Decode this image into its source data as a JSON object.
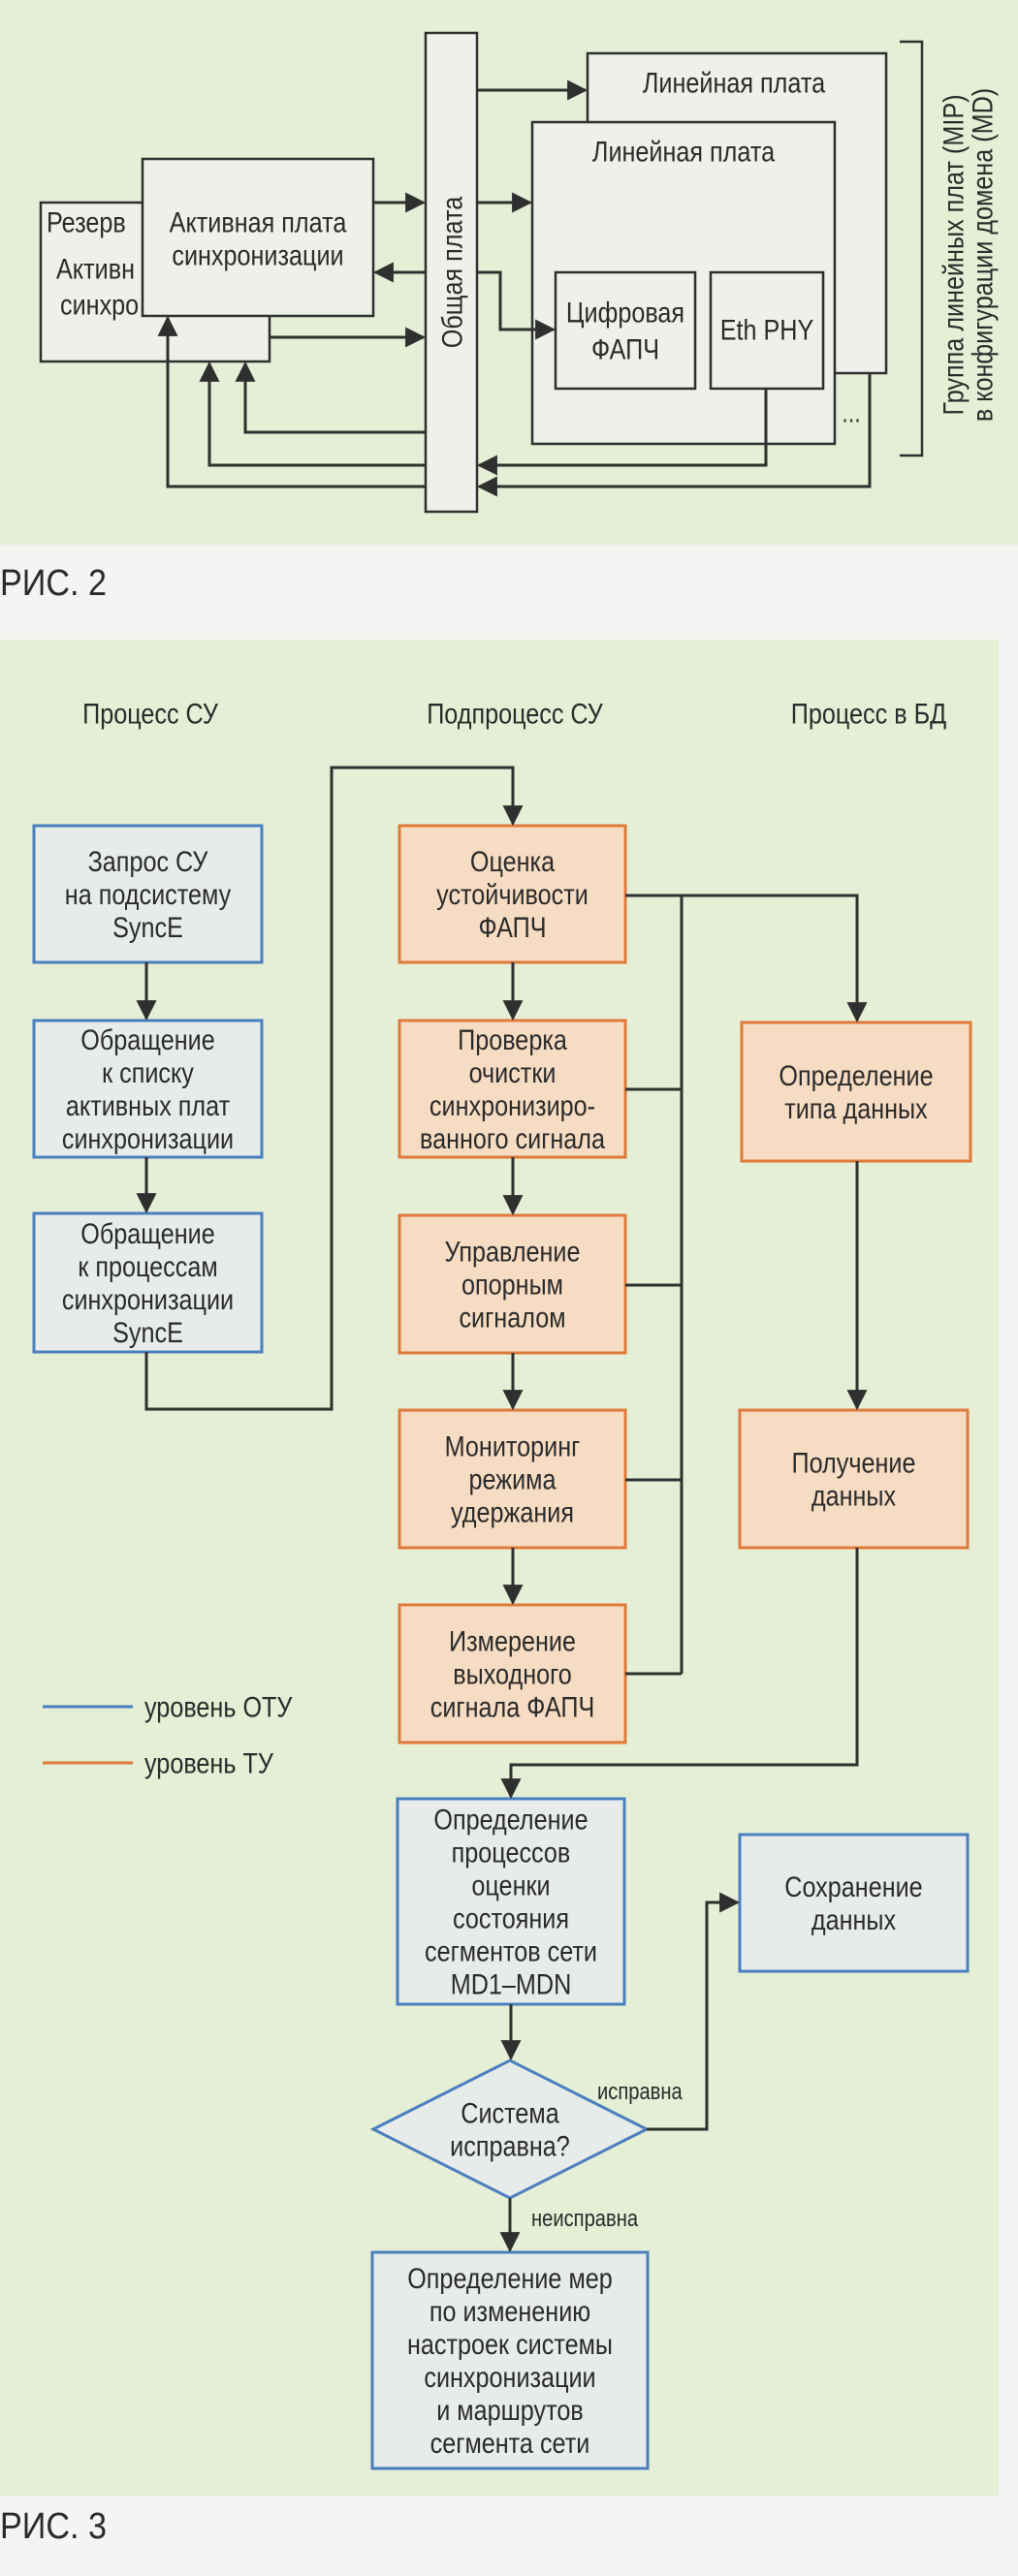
{
  "figure2": {
    "caption": "РИС. 2",
    "reserve_card": {
      "lines": [
        "Резерв",
        "Активн",
        "синхро"
      ]
    },
    "active_card": {
      "lines": [
        "Активная плата",
        "синхронизации"
      ]
    },
    "common_board": {
      "label": "Общая плата"
    },
    "line_card_back": {
      "label": "Линейная плата"
    },
    "line_card_front": {
      "label": "Линейная плата"
    },
    "digital_pll": {
      "lines": [
        "Цифровая",
        "ФАПЧ"
      ]
    },
    "eth_phy": {
      "label": "Eth PHY"
    },
    "ellipsis": "...",
    "group_label": [
      "Группа линейных плат (MIP)",
      "в конфигурации домена (MD)"
    ]
  },
  "figure3": {
    "caption": "РИС. 3",
    "columns": [
      "Процесс СУ",
      "Подпроцесс СУ",
      "Процесс в БД"
    ],
    "boxes": [
      {
        "id": "su-request",
        "level": "otu",
        "lines": [
          "Запрос СУ",
          "на подсистему",
          "SyncE"
        ]
      },
      {
        "id": "active-cards-list",
        "level": "otu",
        "lines": [
          "Обращение",
          "к списку",
          "активных плат",
          "синхронизации"
        ]
      },
      {
        "id": "synce-processes",
        "level": "otu",
        "lines": [
          "Обращение",
          "к процессам",
          "синхронизации",
          "SyncE"
        ]
      },
      {
        "id": "pll-stability",
        "level": "tu",
        "lines": [
          "Оценка",
          "устойчивости",
          "ФАПЧ"
        ]
      },
      {
        "id": "signal-cleanup-check",
        "level": "tu",
        "lines": [
          "Проверка",
          "очистки",
          "синхронизиро-",
          "ванного сигнала"
        ]
      },
      {
        "id": "reference-control",
        "level": "tu",
        "lines": [
          "Управление",
          "опорным",
          "сигналом"
        ]
      },
      {
        "id": "holdover-monitoring",
        "level": "tu",
        "lines": [
          "Мониторинг",
          "режима",
          "удержания"
        ]
      },
      {
        "id": "pll-output-measure",
        "level": "tu",
        "lines": [
          "Измерение",
          "выходного",
          "сигнала ФАПЧ"
        ]
      },
      {
        "id": "data-type",
        "level": "tu",
        "lines": [
          "Определение",
          "типа данных"
        ]
      },
      {
        "id": "data-receive",
        "level": "tu",
        "lines": [
          "Получение",
          "данных"
        ]
      },
      {
        "id": "segment-assessment",
        "level": "otu",
        "lines": [
          "Определение",
          "процессов",
          "оценки",
          "состояния",
          "сегментов сети",
          "MD1–MDN"
        ]
      },
      {
        "id": "data-save",
        "level": "otu",
        "lines": [
          "Сохранение",
          "данных"
        ]
      },
      {
        "id": "corrective-measures",
        "level": "otu",
        "lines": [
          "Определение мер",
          "по изменению",
          "настроек системы",
          "синхронизации",
          "и маршрутов",
          "сегмента сети"
        ]
      }
    ],
    "decision": {
      "lines": [
        "Система",
        "исправна?"
      ],
      "yes_label": "исправна",
      "no_label": "неисправна"
    },
    "legend": [
      {
        "label": "уровень ОТУ",
        "color": "#4a7fbf"
      },
      {
        "label": "уровень ТУ",
        "color": "#e07a3a"
      }
    ]
  },
  "colors": {
    "background": "#e5efd6",
    "otu_border": "#4a7fbf",
    "otu_fill": "#e7ecea",
    "tu_border": "#e07a3a",
    "tu_fill": "#f6dcc3",
    "card_fill": "#eef0ea",
    "line": "#2f2f2f"
  }
}
